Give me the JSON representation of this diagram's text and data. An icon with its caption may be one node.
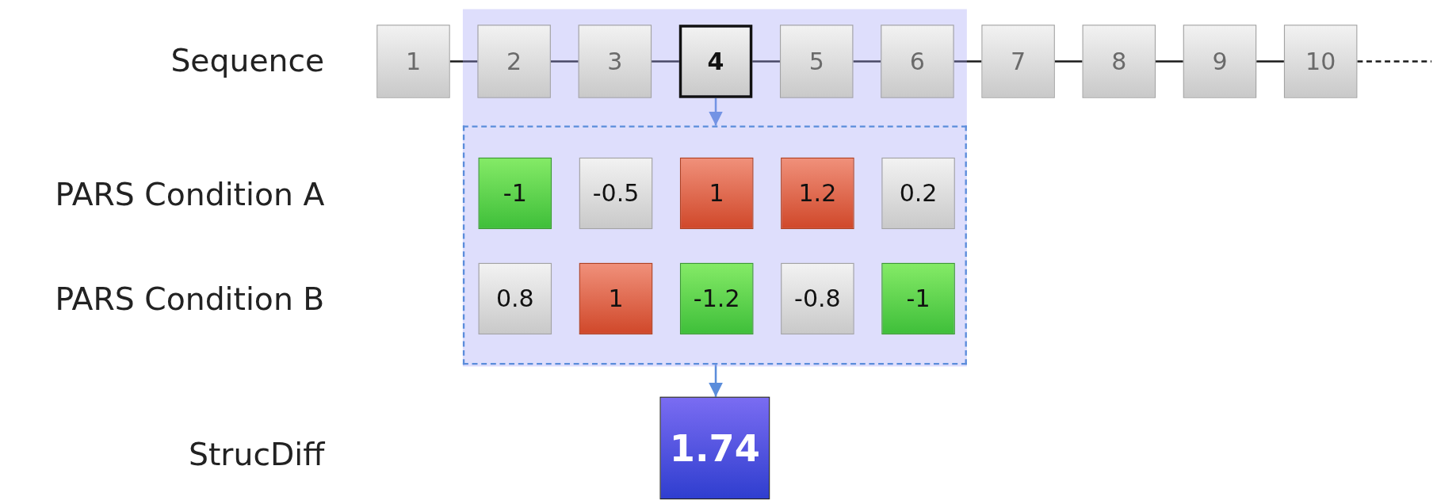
{
  "diagram": {
    "nodes": [
      {
        "text": [
          "1"
        ]
      },
      {
        "text": [],
        "shape": "box"
      },
      {
        "text": [
          "2"
        ],
        "in": 1
      },
      {
        "text": [
          "3"
        ],
        "in": 1
      },
      {
        "text": [
          "4"
        ],
        "in": 1
      },
      {
        "text": [
          "5"
        ],
        "in": 1
      },
      {
        "text": [
          "6"
        ],
        "in": 1
      },
      {
        "text": [
          "7"
        ]
      },
      {
        "text": [
          "8"
        ]
      },
      {
        "text": [
          "9"
        ]
      },
      {
        "text": [
          "10"
        ]
      },
      {
        "text": [],
        "shape": "box",
        "in": 1
      },
      {
        "text": [
          "-1"
        ],
        "in": 11
      },
      {
        "text": [
          "-0.5"
        ],
        "in": 11
      },
      {
        "text": [
          "1"
        ],
        "in": 11
      },
      {
        "text": [
          "1.2"
        ],
        "in": 11
      },
      {
        "text": [
          "0.2"
        ],
        "in": 11
      },
      {
        "text": [
          "0.8"
        ],
        "in": 11
      },
      {
        "text": [
          "1"
        ],
        "in": 11
      },
      {
        "text": [
          "-1.2"
        ],
        "in": 11
      },
      {
        "text": [
          "-0.8"
        ],
        "in": 11
      },
      {
        "text": [
          "-1"
        ],
        "in": 11
      },
      {
        "text": [
          "1.74"
        ]
      }
    ],
    "edges": [
      {
        "from": 0,
        "to": 2,
        "arrow": "none"
      },
      {
        "from": 2,
        "to": 3,
        "arrow": "none"
      },
      {
        "from": 3,
        "to": 4,
        "arrow": "none"
      },
      {
        "from": 4,
        "to": 5,
        "arrow": "none"
      },
      {
        "from": 5,
        "to": 6,
        "arrow": "none"
      },
      {
        "from": 6,
        "to": 7,
        "arrow": "none"
      },
      {
        "from": 7,
        "to": 8,
        "arrow": "none"
      },
      {
        "from": 8,
        "to": 9,
        "arrow": "none"
      },
      {
        "from": 9,
        "to": 10,
        "arrow": "none"
      },
      {
        "from": 10,
        "to": null,
        "arrow": "none",
        "style": "dashed"
      },
      {
        "from": 4,
        "to": 11,
        "arrow": "to",
        "color": "#5b8ddb"
      },
      {
        "from": 11,
        "to": 22,
        "arrow": "to",
        "color": "#5b8ddb"
      }
    ],
    "labels": [
      "Sequence",
      "PARS Condition A",
      "PARS Condition B",
      "StrucDiff"
    ]
  }
}
